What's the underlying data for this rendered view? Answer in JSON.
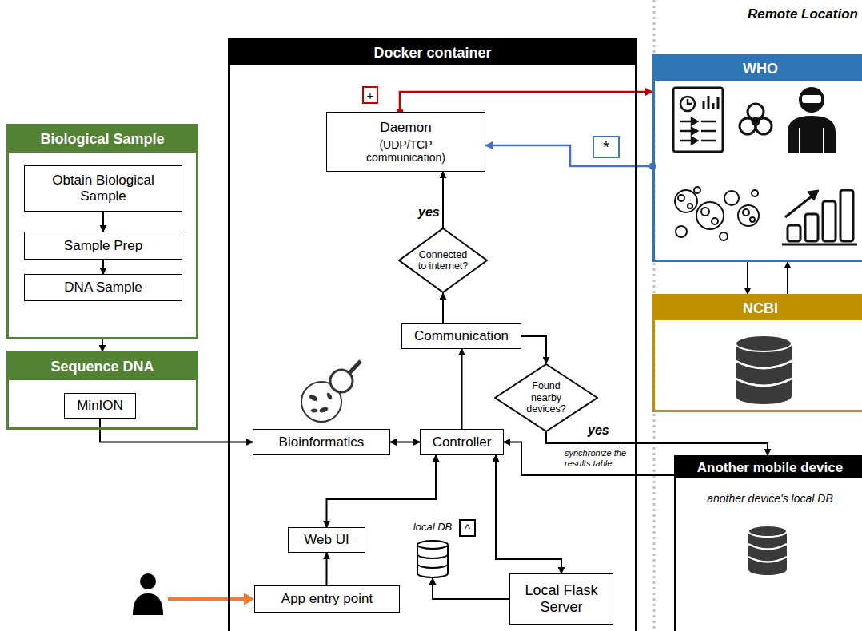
{
  "diagram": {
    "nodes": [
      {
        "text": [
          "Biological Sample"
        ]
      },
      {
        "text": [
          "Obtain Biological Sample"
        ],
        "in": 0
      },
      {
        "text": [
          "Sample Prep"
        ],
        "in": 0
      },
      {
        "text": [
          "DNA Sample"
        ],
        "in": 0
      },
      {
        "text": [
          "Sequence DNA"
        ]
      },
      {
        "text": [
          "MinION"
        ],
        "in": 4
      },
      {
        "text": [
          "Docker container"
        ]
      },
      {
        "text": [
          "+"
        ],
        "in": 6
      },
      {
        "text": [
          "Daemon",
          "(UDP/TCP communication)"
        ],
        "in": 6
      },
      {
        "text": [
          "Connected to internet?"
        ],
        "in": 6
      },
      {
        "text": [
          "Communication"
        ],
        "in": 6
      },
      {
        "text": [
          "Found nearby devices?"
        ],
        "in": 6
      },
      {
        "text": [
          "Bioinformatics"
        ],
        "in": 6
      },
      {
        "text": [
          "Controller"
        ],
        "in": 6
      },
      {
        "text": [
          "Web UI"
        ],
        "in": 6
      },
      {
        "text": [
          "^"
        ],
        "in": 6
      },
      {
        "text": [
          "local DB"
        ],
        "in": 6
      },
      {
        "text": [
          "App entry point"
        ],
        "in": 6
      },
      {
        "text": [
          "Local Flask Server"
        ],
        "in": 6
      },
      {
        "text": [
          "*"
        ]
      },
      {
        "text": [
          "WHO"
        ]
      },
      {
        "text": [
          "NCBI"
        ]
      },
      {
        "text": [
          "Another mobile device",
          "another device's local DB"
        ]
      }
    ],
    "edges": [
      {
        "from": 1,
        "to": 2,
        "arrow": "to"
      },
      {
        "from": 2,
        "to": 3,
        "arrow": "to"
      },
      {
        "from": 0,
        "to": 4,
        "arrow": "to"
      },
      {
        "from": 5,
        "to": 12,
        "arrow": "to"
      },
      {
        "from": 12,
        "to": 13,
        "arrow": "both"
      },
      {
        "from": 13,
        "to": 10,
        "arrow": "to"
      },
      {
        "from": 10,
        "to": 9,
        "arrow": "to"
      },
      {
        "from": 9,
        "to": 8,
        "label": "yes",
        "arrow": "to"
      },
      {
        "from": 10,
        "to": 11,
        "arrow": "to"
      },
      {
        "from": 11,
        "to": 22,
        "label": "yes",
        "arrow": "to"
      },
      {
        "from": 22,
        "to": 13,
        "arrow": "to"
      },
      {
        "from": 13,
        "to": 14,
        "arrow": "both"
      },
      {
        "from": 17,
        "to": 14,
        "arrow": "to"
      },
      {
        "from": 13,
        "to": 18,
        "arrow": "both"
      },
      {
        "from": 18,
        "to": 16,
        "arrow": "to"
      },
      {
        "from": 8,
        "to": 20,
        "arrow": "to"
      },
      {
        "from": 20,
        "to": 8,
        "arrow": "to"
      },
      {
        "from": 20,
        "to": 21,
        "arrow": "to"
      },
      {
        "from": 21,
        "to": 20,
        "arrow": "to"
      }
    ],
    "labels": [
      "Remote Location",
      "synchronize the results table"
    ]
  }
}
